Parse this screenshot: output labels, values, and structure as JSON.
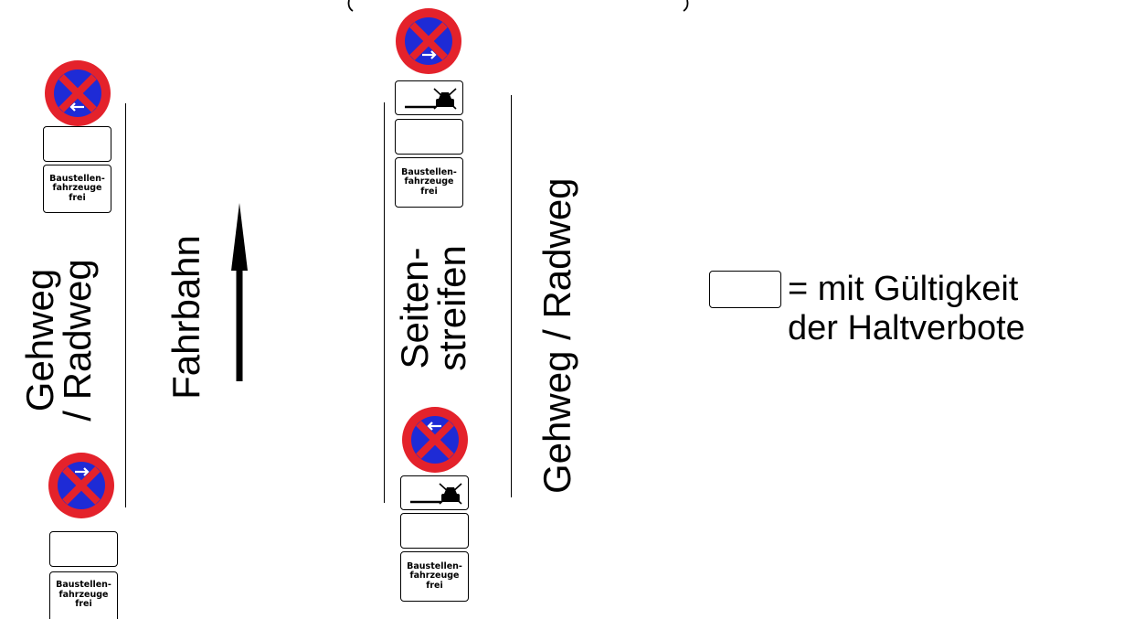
{
  "labels": {
    "left_sidewalk": [
      "Gehweg",
      "/ Radweg"
    ],
    "roadway": "Fahrbahn",
    "side_strip": [
      "Seiten-",
      "streifen"
    ],
    "right_sidewalk": "Gehweg / Radweg"
  },
  "supplementary_text": [
    "Baustellen-",
    "fahrzeuge",
    "frei"
  ],
  "legend": {
    "line1": "= mit Gültigkeit",
    "line2": "der Haltverbote"
  },
  "signs": [
    {
      "id": "left-top",
      "type": "no-stopping",
      "arrow": "left"
    },
    {
      "id": "left-bottom",
      "type": "no-stopping",
      "arrow": "right"
    },
    {
      "id": "mid-top",
      "type": "no-stopping",
      "arrow": "right"
    },
    {
      "id": "mid-bottom",
      "type": "no-stopping",
      "arrow": "left"
    }
  ],
  "colors": {
    "sign_red": "#e4222b",
    "sign_blue": "#1e2bd6",
    "line": "#000000"
  }
}
